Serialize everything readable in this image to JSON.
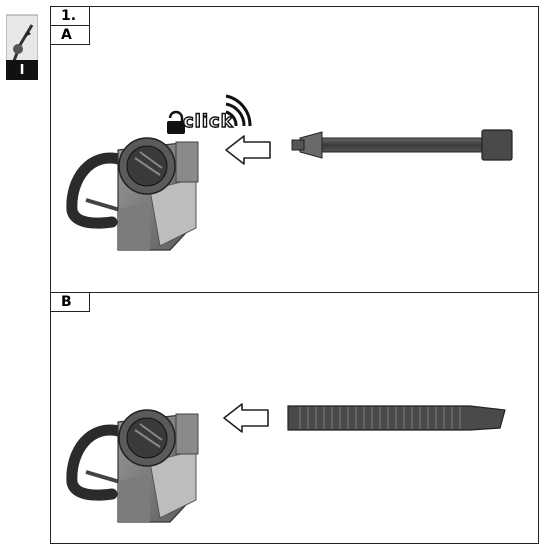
{
  "side_tab": {
    "label": "I"
  },
  "steps": {
    "number": "1.",
    "panel_a_label": "A",
    "panel_b_label": "B"
  },
  "callout": {
    "click_text": "click",
    "icon": "lock-icon"
  }
}
